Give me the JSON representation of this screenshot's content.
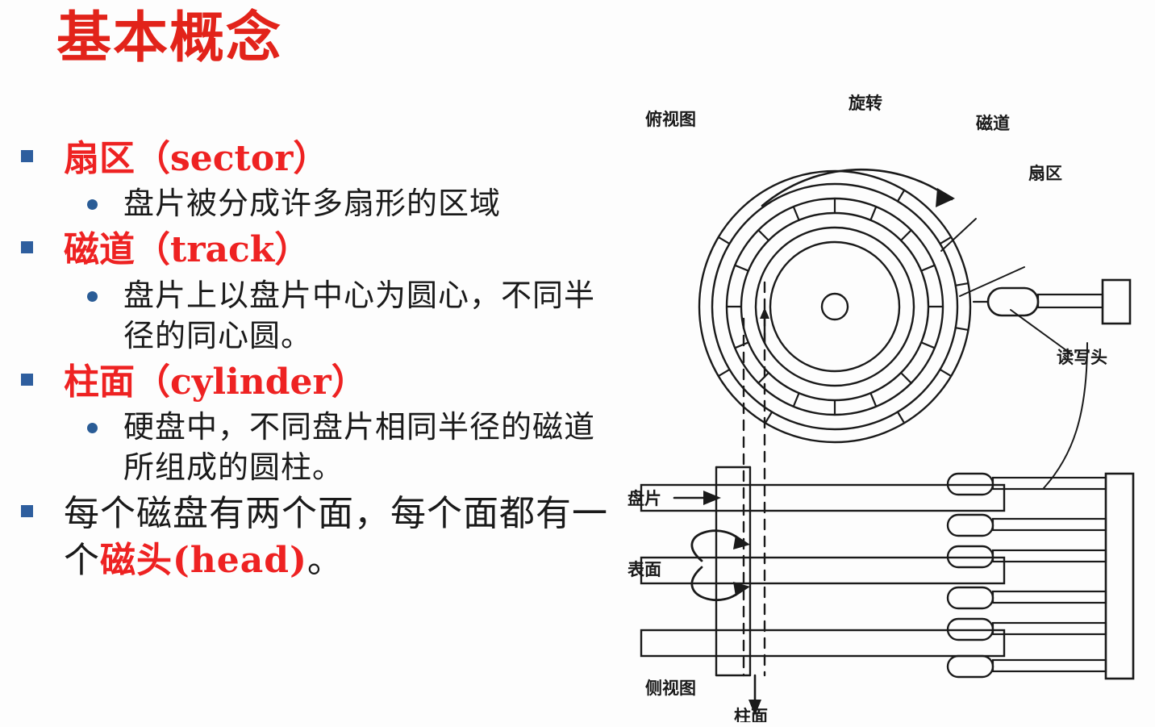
{
  "slide": {
    "title": "基本概念",
    "title_color": "#e2231a",
    "background_color": "#fdfdfd",
    "bullet_square_color": "#2e5e9e",
    "bullet_dot_color": "#2a5c96",
    "body_text_color": "#1a1a1a"
  },
  "bullets": [
    {
      "level": 1,
      "text": "扇区（sector）",
      "color": "#ee2222"
    },
    {
      "level": 2,
      "text": "盘片被分成许多扇形的区域"
    },
    {
      "level": 1,
      "text": "磁道（track）",
      "color": "#ee2222"
    },
    {
      "level": 2,
      "text": "盘片上以盘片中心为圆心，不同半径的同心圆。"
    },
    {
      "level": 1,
      "text": "柱面（cylinder）",
      "color": "#ee2222"
    },
    {
      "level": 2,
      "text": "硬盘中，不同盘片相同半径的磁道所组成的圆柱。"
    },
    {
      "level": 1,
      "text_before": "每个磁盘有两个面，每个面都有一个",
      "text_highlight": "磁头(head)",
      "text_after": "。"
    }
  ],
  "figure": {
    "name": "disk-structure-diagram",
    "labels": {
      "top_view": "俯视图",
      "rotation": "旋转",
      "track": "磁道",
      "sector": "扇区",
      "read_write_head": "读写头",
      "platter": "盘片",
      "surface": "表面",
      "side_view": "侧视图",
      "cylinder": "柱面"
    },
    "top_view": {
      "track_ring_radii": [
        168,
        152,
        134,
        116,
        98,
        80
      ],
      "spindle_radius": 16,
      "sector_count": 16
    },
    "side_view": {
      "platter_count": 3,
      "head_count": 6
    }
  }
}
